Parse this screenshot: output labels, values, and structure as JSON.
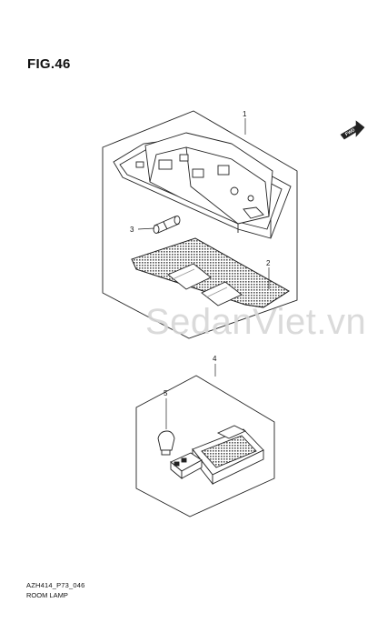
{
  "figure": {
    "title": "FIG.46",
    "fwd_label": "FWD"
  },
  "callouts": [
    "1",
    "2",
    "3",
    "4",
    "5"
  ],
  "footer": {
    "code": "AZH414_P73_046",
    "name": "ROOM LAMP"
  },
  "watermark": "SedanViet.vn",
  "icons": {
    "fwd": "forward-arrow-icon"
  }
}
